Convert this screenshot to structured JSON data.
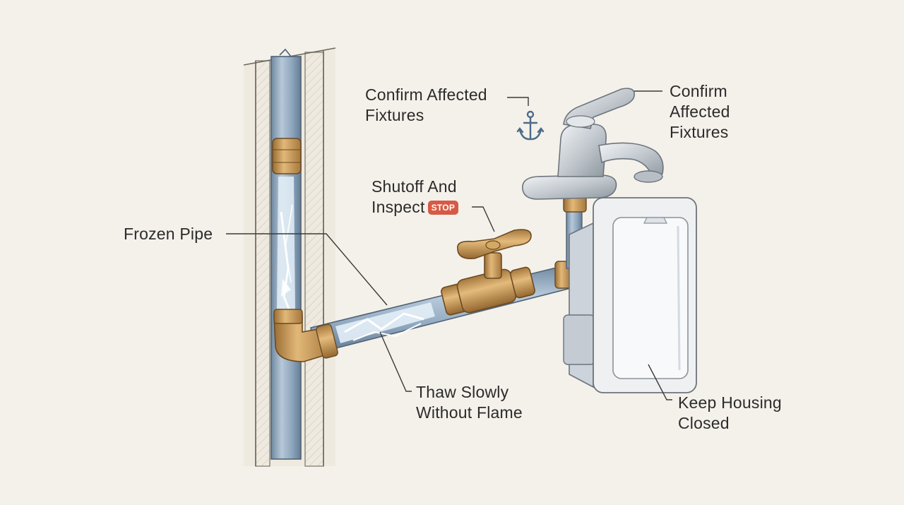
{
  "labels": {
    "frozen_pipe": "Frozen Pipe",
    "thaw_line1": "Thaw Slowly",
    "thaw_line2": "Without Flame",
    "shutoff_line1": "Shutoff And",
    "shutoff_line2": "Inspect",
    "stop_badge": "STOP",
    "confirm_left_line1": "Confirm Affected",
    "confirm_left_line2": "Fixtures",
    "confirm_right_line1": "Confirm",
    "confirm_right_line2": "Affected",
    "confirm_right_line3": "Fixtures",
    "keep_line1": "Keep Housing",
    "keep_line2": "Closed"
  },
  "icons": {
    "anchor": "anchor-icon",
    "stop": "stop-sign-icon"
  },
  "colors": {
    "background": "#f4f1ea",
    "pipe": "#8ea6bd",
    "brass": "#c79a5b",
    "ice": "#e3eef7",
    "chrome": "#c9ced4",
    "housing": "#eef0f2",
    "stop": "#d65a45",
    "anchor": "#4d6b8a"
  }
}
